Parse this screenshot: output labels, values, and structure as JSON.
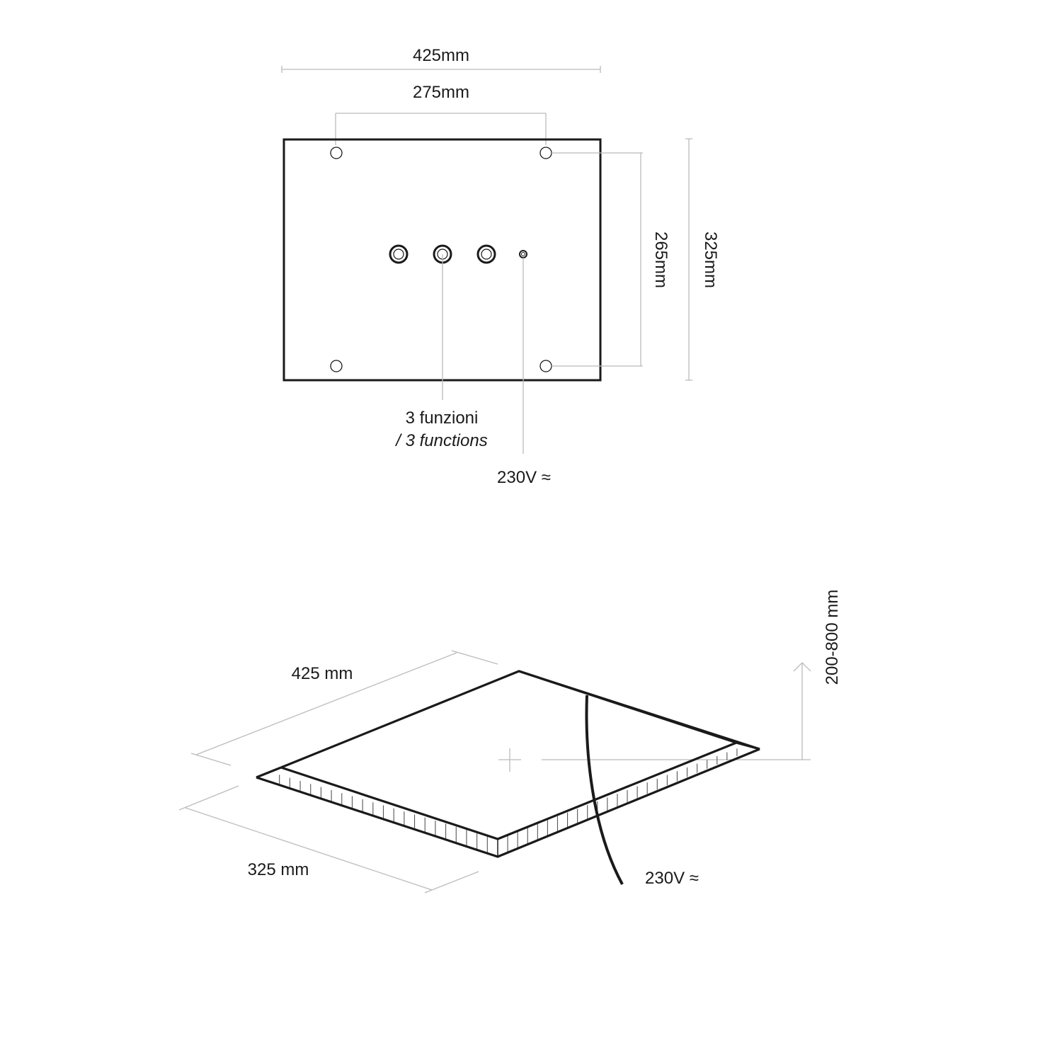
{
  "top_view": {
    "width_overall": "425mm",
    "width_holes": "275mm",
    "height_holes": "265mm",
    "height_overall": "325mm",
    "callout_functions_it": "3 funzioni",
    "callout_functions_en": "/ 3 functions",
    "callout_power": "230V ≈"
  },
  "iso_view": {
    "length_label": "425 mm",
    "width_label": "325 mm",
    "height_range": "200-800 mm",
    "power_label": "230V ≈"
  },
  "colors": {
    "outline": "#1a1a1a",
    "dimension": "#bbbbbb",
    "background": "#ffffff"
  }
}
